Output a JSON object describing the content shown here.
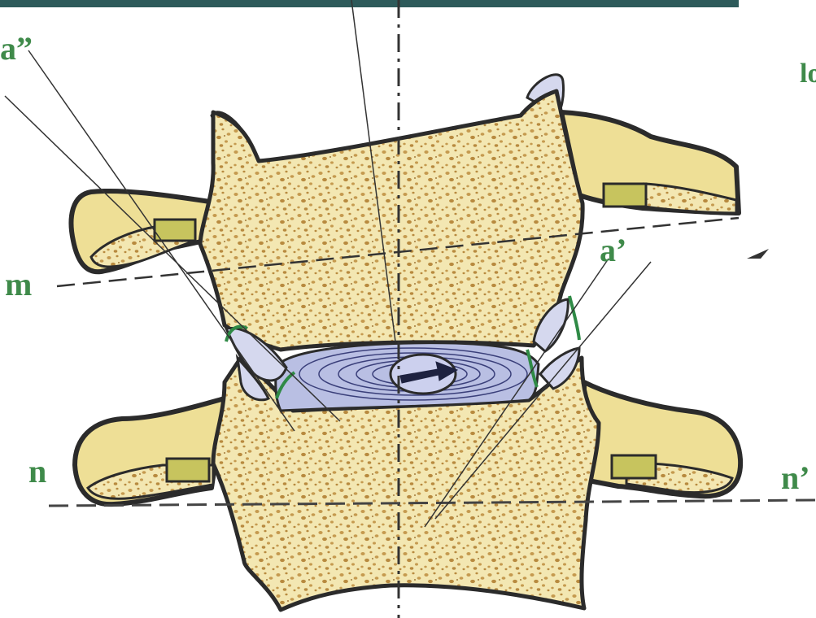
{
  "labels": {
    "a_double_prime": "a”",
    "a_prime": "a’",
    "m": "m",
    "n": "n",
    "n_prime": "n’",
    "cropped_text": "lo"
  },
  "colors": {
    "bone_fill": "#f3e7b2",
    "cancellous_dot": "#c59a4f",
    "process_fill": "#eedf96",
    "disc_fill": "#b9bfe3",
    "cartilage_fill": "#d5d8ee",
    "outline": "#2b2b2b",
    "ligament_green": "#2f8a46",
    "label_green": "#3f8a4a",
    "header_bar": "#2d5a5a"
  },
  "icons": {
    "direction_arrow": "right-arrow-icon"
  }
}
